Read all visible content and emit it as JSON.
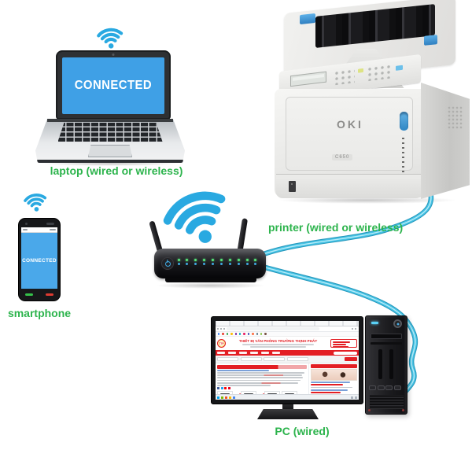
{
  "labels": {
    "laptop": "laptop (wired or wireless)",
    "smartphone": "smartphone",
    "printer": "printer (wired or wireless)",
    "pc": "PC (wired)"
  },
  "screens": {
    "laptop": "CONNECTED",
    "smartphone": "CONNECTED"
  },
  "printer": {
    "brand": "OKI",
    "model": "C650"
  },
  "website": {
    "logo": "TTP",
    "title": "THIẾT BỊ VĂN PHÒNG TRƯỜNG THỊNH PHÁT"
  },
  "colors": {
    "wifi_blue": "#29a9e1",
    "screen_blue": "#3fa0e6",
    "label_green": "#2db44d",
    "cable_cyan": "#35b7da",
    "site_red": "#e31e24"
  },
  "icons": {
    "wifi": "radiating-arcs-with-dot",
    "power": "circle-with-line"
  }
}
